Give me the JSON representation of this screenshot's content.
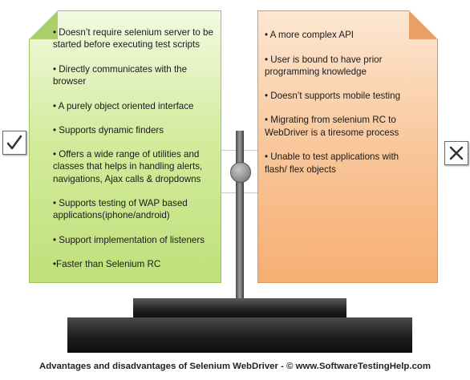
{
  "advantages": [
    "• Doesn’t require selenium server to be",
    "started before executing test scripts",
    "• Directly communicates with the",
    "browser",
    "• A purely object oriented interface",
    "• Supports dynamic finders",
    "• Offers a wide range of utilities and",
    "classes that helps in handling alerts,",
    "navigations, Ajax calls & dropdowns",
    "• Supports testing of WAP based",
    "applications(iphone/android)",
    "• Support implementation of listeners",
    "•Faster than Selenium RC"
  ],
  "disadvantages": [
    "• A more complex API",
    "• User is bound to have prior",
    "programming knowledge",
    "• Doesn’t supports mobile testing",
    "• Migrating from selenium RC to",
    "WebDriver is a tiresome process",
    "• Unable to test applications with",
    "flash/ flex objects"
  ],
  "icons": {
    "advantage": "check-icon",
    "disadvantage": "cross-icon"
  },
  "colors": {
    "advantage": "#cde897",
    "disadvantage": "#f8bd88"
  },
  "caption": "Advantages and disadvantages of Selenium WebDriver  - © www.SoftwareTestingHelp.com"
}
